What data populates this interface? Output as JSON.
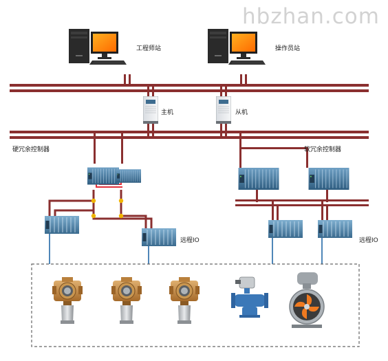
{
  "watermark": "hbzhan.com",
  "labels": {
    "engineer_station": "工程师站",
    "operator_station": "操作员站",
    "master": "主机",
    "slave": "从机",
    "hard_redundant_controller": "硬冗余控制器",
    "soft_redundant_controller": "软冗余控制器",
    "remote_io_left": "远程IO",
    "remote_io_right": "远程IO"
  },
  "icons": {
    "workstation": "desktop-computer-icon",
    "server": "tower-server-icon",
    "plc": "plc-rack-icon",
    "io": "io-module-icon",
    "detector": "gas-detector-icon",
    "valve": "solenoid-valve-icon",
    "fan": "axial-fan-icon"
  },
  "colors": {
    "bus": "#8a2f2f",
    "bus_light": "#c98a8a",
    "field_line": "#4f86b8",
    "plc_blue": "#3d6c8f",
    "junction": "#f0b400",
    "dash_box": "#666666"
  }
}
